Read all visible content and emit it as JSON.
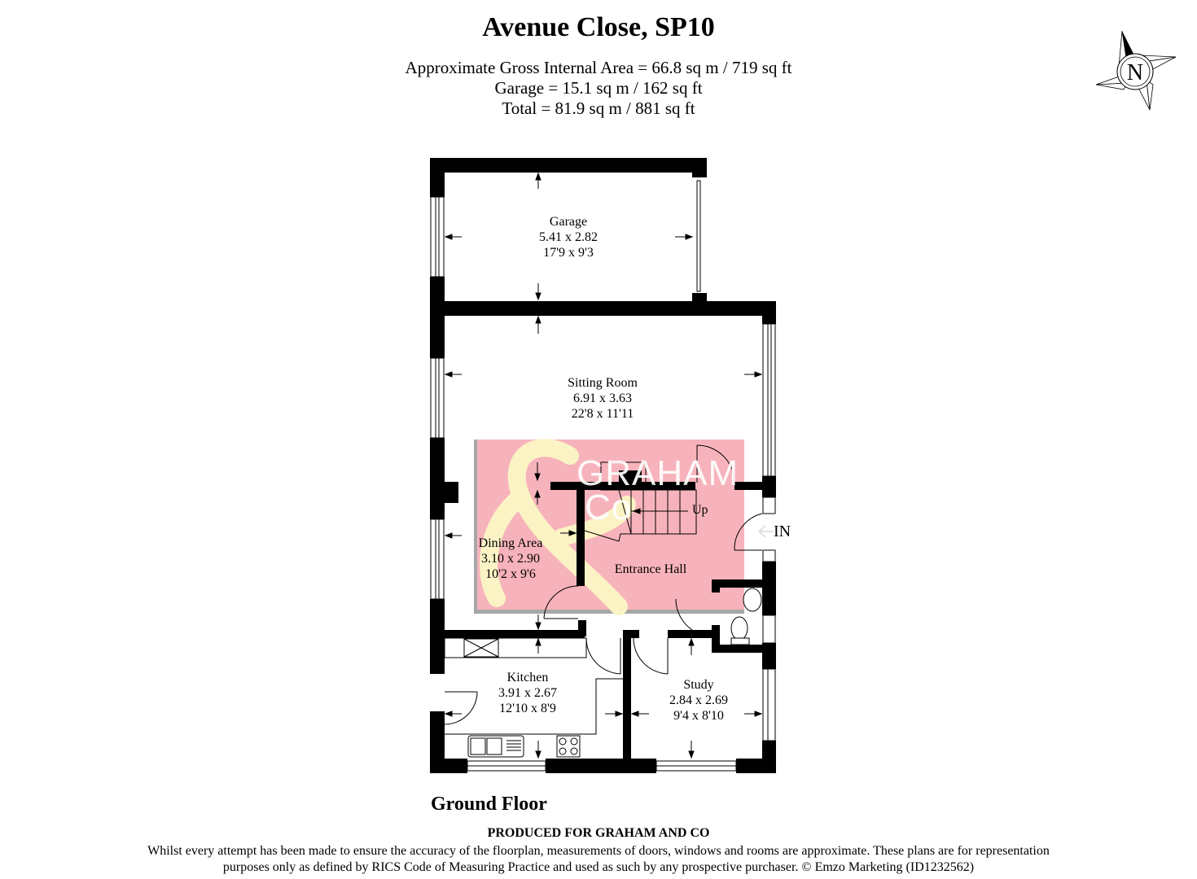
{
  "header": {
    "title": "Avenue Close, SP10",
    "area_lines": [
      "Approximate Gross Internal Area = 66.8 sq m / 719 sq ft",
      "Garage = 15.1 sq m / 162 sq ft",
      "Total = 81.9 sq m / 881 sq ft"
    ]
  },
  "compass": {
    "icon": "north-compass-icon",
    "letter": "N"
  },
  "rooms": {
    "garage": {
      "name": "Garage",
      "metric": "5.41 x 2.82",
      "imperial": "17'9 x 9'3"
    },
    "sitting_room": {
      "name": "Sitting Room",
      "metric": "6.91 x 3.63",
      "imperial": "22'8 x 11'11"
    },
    "dining_area": {
      "name": "Dining Area",
      "metric": "3.10 x 2.90",
      "imperial": "10'2 x 9'6"
    },
    "entrance_hall": {
      "name": "Entrance Hall"
    },
    "kitchen": {
      "name": "Kitchen",
      "metric": "3.91 x 2.67",
      "imperial": "12'10 x 8'9"
    },
    "study": {
      "name": "Study",
      "metric": "2.84 x 2.69",
      "imperial": "9'4 x 8'10"
    }
  },
  "annotations": {
    "stairs": "Up",
    "entrance": "IN",
    "entrance_arrow": "arrow-left-icon"
  },
  "watermark": {
    "line1": "GRAHAM",
    "line2": "Co",
    "symbol": "&",
    "bg_color": "#f7b3bb",
    "symbol_color": "#fbf3c4",
    "border_color": "#a7a7a7"
  },
  "footer": {
    "floor_label": "Ground Floor",
    "produced_for": "PRODUCED FOR GRAHAM AND CO",
    "disclaimer_line1": "Whilst every attempt has been made to ensure the accuracy of the floorplan, measurements of doors, windows and rooms are approximate. These plans are for representation",
    "disclaimer_line2": "purposes only as defined by RICS Code of Measuring Practice and used as such by any prospective purchaser. © Emzo Marketing (ID1232562)"
  }
}
